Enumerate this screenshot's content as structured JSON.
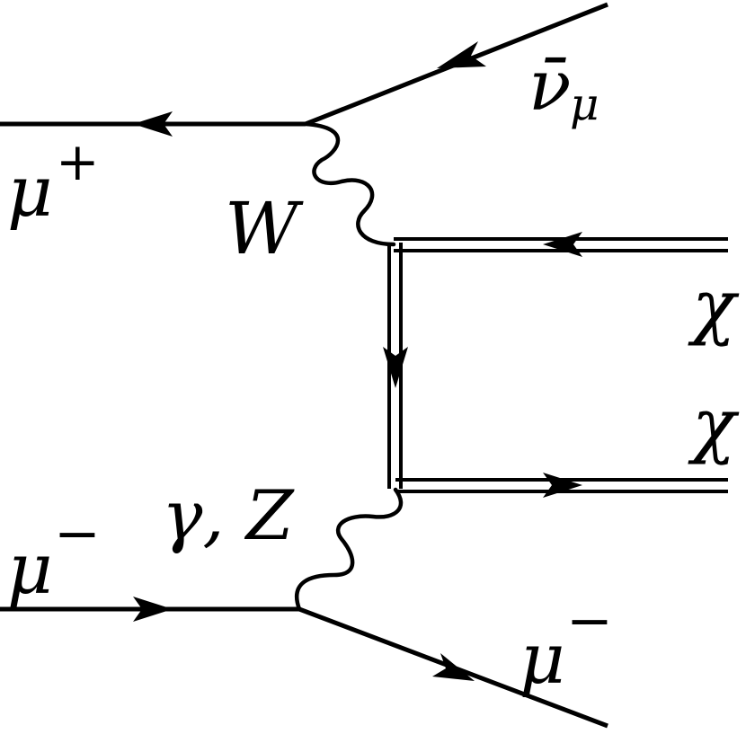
{
  "diagram": {
    "type": "Feynman diagram",
    "particles": {
      "mu_plus": {
        "symbol": "μ",
        "charge": "+"
      },
      "nubar_mu": {
        "symbol": "ν̄",
        "subscript": "μ"
      },
      "w_boson": {
        "symbol": "W"
      },
      "chi_top": {
        "symbol": "χ"
      },
      "chi_bottom": {
        "symbol": "χ"
      },
      "gamma_z": {
        "symbol": "γ, Z"
      },
      "mu_minus_in": {
        "symbol": "μ",
        "charge": "−"
      },
      "mu_minus_out": {
        "symbol": "μ",
        "charge": "−"
      }
    }
  }
}
